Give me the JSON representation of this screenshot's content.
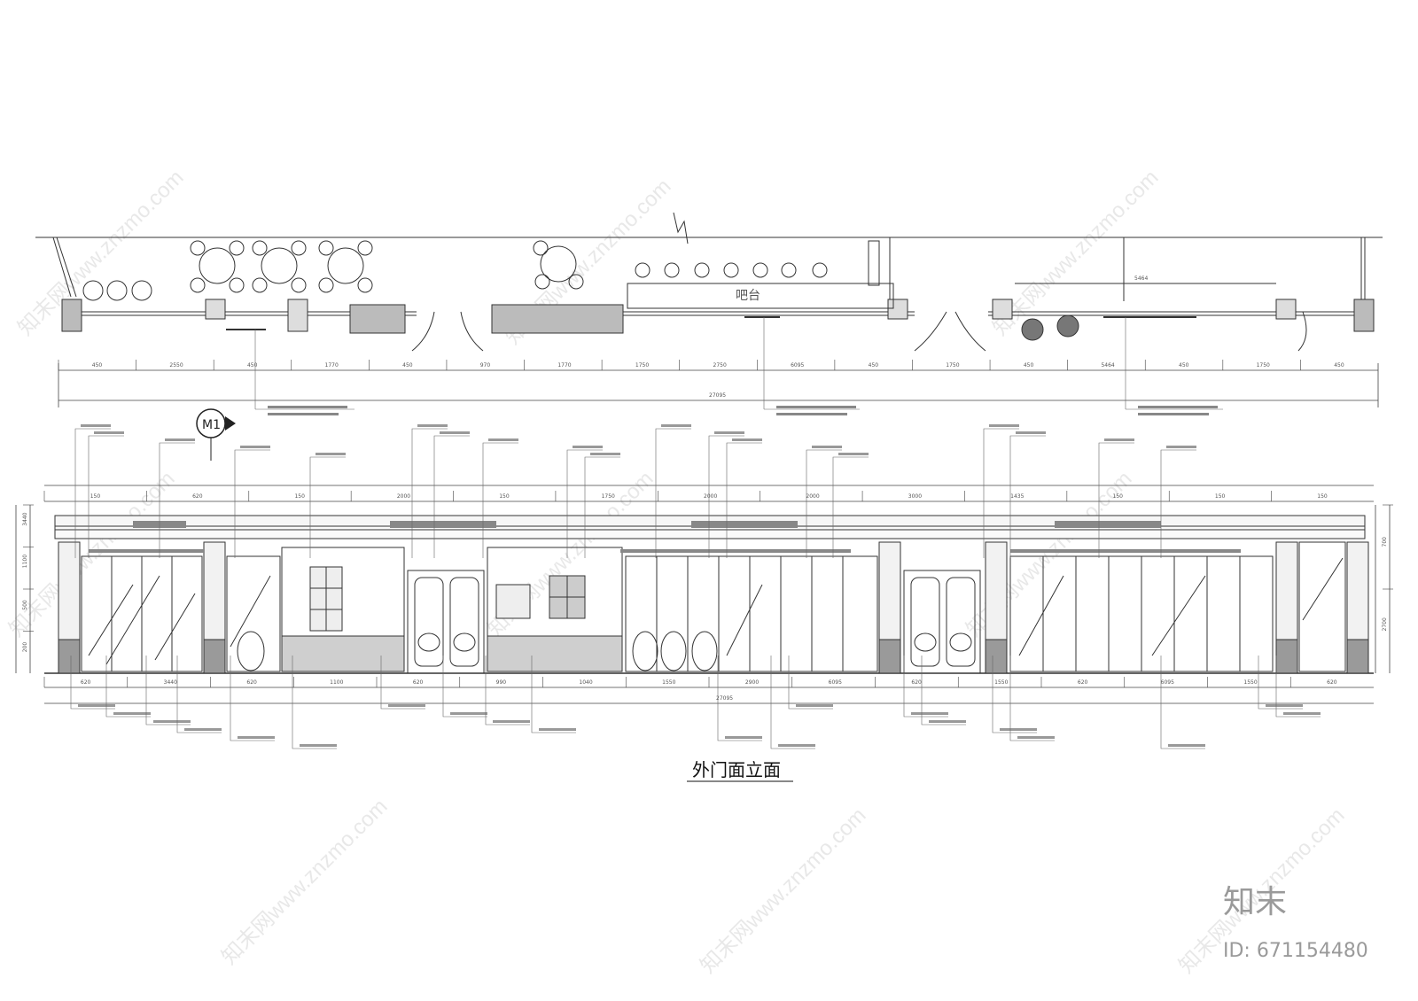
{
  "drawing_title": "外门面立面",
  "plan_label_bar": "吧台",
  "marker": "M1",
  "brand_logo": "知末",
  "doc_id": "ID: 671154480",
  "watermark": "知末网www.znzmo.com",
  "plan_dims": [
    "450",
    "2550",
    "450",
    "1770",
    "450",
    "970",
    "1770",
    "1750",
    "2750",
    "6095",
    "450",
    "1750",
    "450",
    "5464",
    "450",
    "1750",
    "450"
  ],
  "plan_total_dim": "27095",
  "plan_upper_dim": "5464",
  "elev_bottom_dims": [
    "620",
    "3440",
    "620",
    "1100",
    "620",
    "990",
    "1040",
    "1550",
    "2900",
    "6095",
    "620",
    "1550",
    "620",
    "6095",
    "1550",
    "620"
  ],
  "elev_total_dim": "27095",
  "elev_top_dims": [
    "150",
    "620",
    "150",
    "2000",
    "150",
    "1750",
    "2000",
    "2000",
    "3000",
    "1435",
    "150",
    "150",
    "150"
  ],
  "elev_height_dims_left": [
    "3440",
    "1100",
    "500",
    "200"
  ],
  "elev_height_dims_right": [
    "700",
    "2700"
  ]
}
